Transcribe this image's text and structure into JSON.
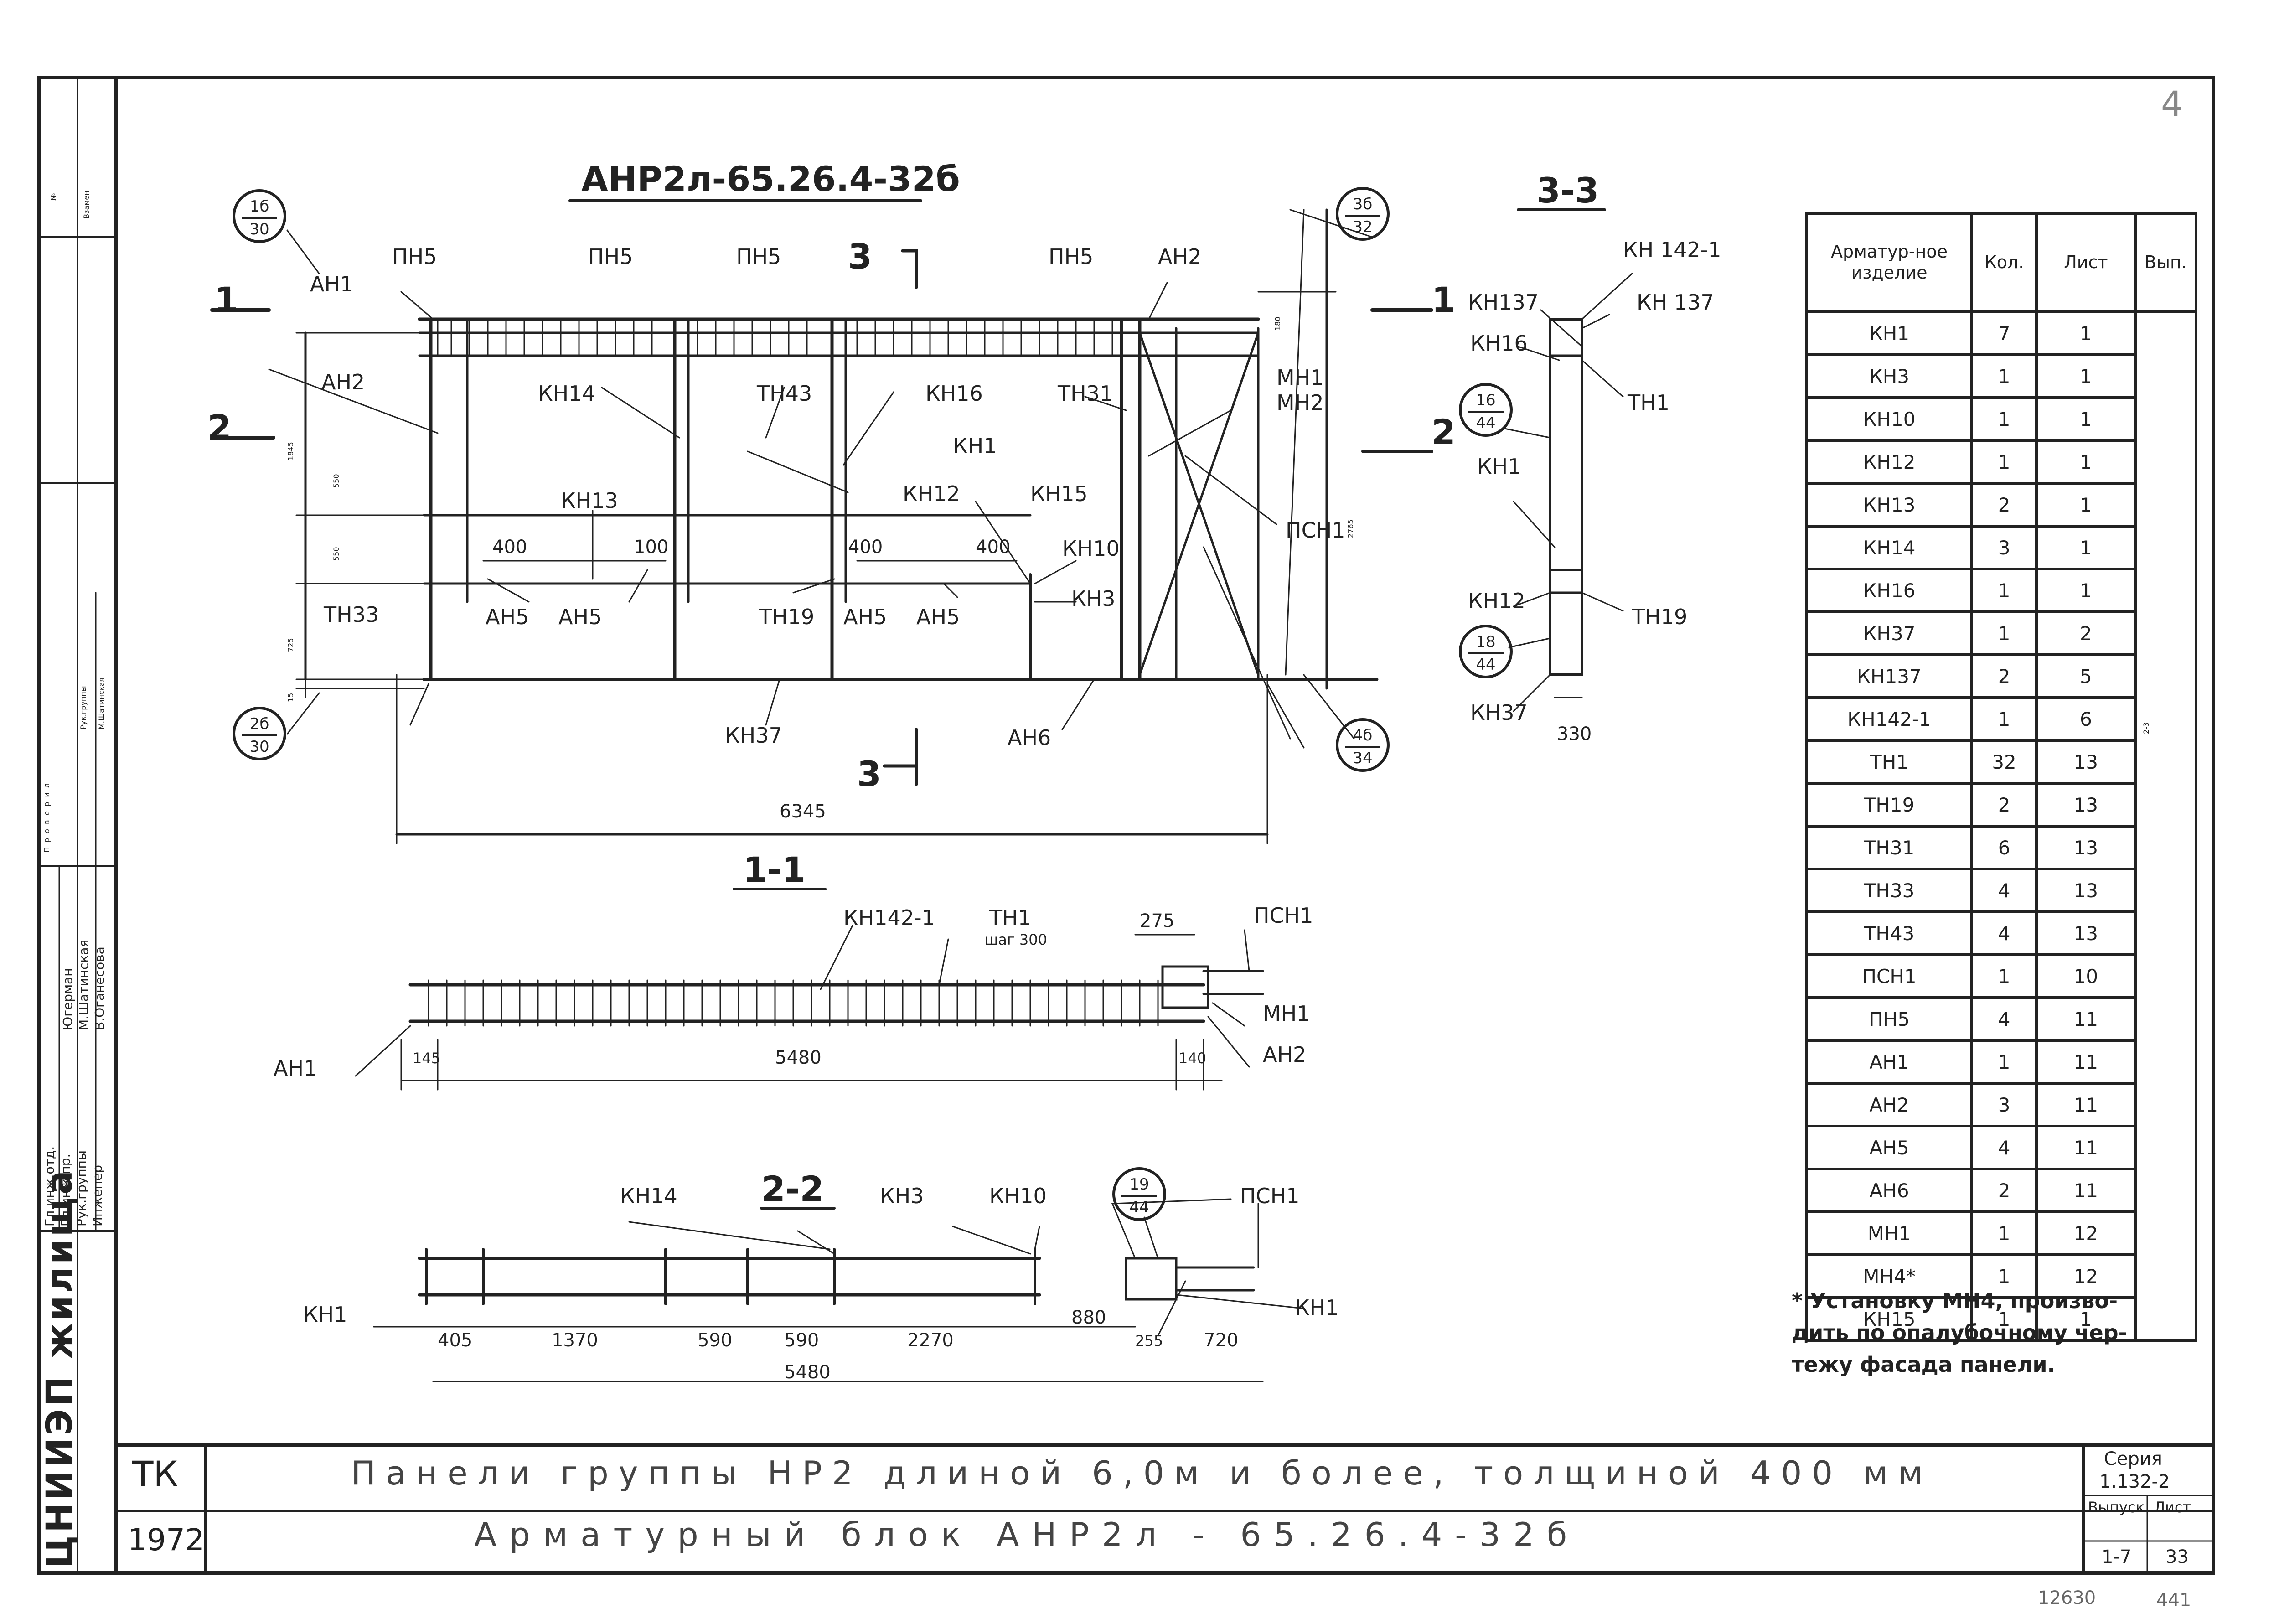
{
  "main": {
    "title": "АНР2л-65.26.4-32б",
    "callouts": {
      "tl": {
        "n": "1б",
        "d": "30"
      },
      "tr": {
        "n": "3б",
        "d": "32"
      },
      "bl": {
        "n": "2б",
        "d": "30"
      },
      "br": {
        "n": "4б",
        "d": "34"
      }
    },
    "labels": {
      "an1": "АН1",
      "an2_top": "АН2",
      "an2_left": "АН2",
      "pn5a": "ПН5",
      "pn5b": "ПН5",
      "pn5c": "ПН5",
      "pn5d": "ПН5",
      "kn14": "КН14",
      "tn43": "ТН43",
      "kn16": "КН16",
      "tn31": "ТН31",
      "mn1": "МН1",
      "mn2": "МН2",
      "kn1": "КН1",
      "kn13": "КН13",
      "kn12": "КН12",
      "kn15": "КН15",
      "psn1": "ПСН1",
      "kn10": "КН10",
      "kn3": "КН3",
      "tn33": "ТН33",
      "an5a": "АН5",
      "an5b": "АН5",
      "tn19": "ТН19",
      "an5c": "АН5",
      "an5d": "АН5",
      "kn37": "КН37",
      "an6": "АН6"
    },
    "dims": {
      "h1845": "1845",
      "h550a": "550",
      "h550b": "550",
      "h725": "725",
      "h15": "15",
      "h2765": "2765",
      "h180": "180",
      "w400a": "400",
      "w100": "100",
      "w400b": "400",
      "w400c": "400",
      "w6345": "6345"
    },
    "cuts": {
      "c1": "1",
      "c2": "2",
      "c1r": "1",
      "c2r": "2",
      "c3top": "3",
      "c3bot": "3"
    }
  },
  "sec33": {
    "title": "3-3",
    "labels": {
      "kn142": "КН 142-1",
      "kn137a": "КН137",
      "kn137b": "КН 137",
      "kn16": "КН16",
      "tn1": "ТН1",
      "kn1": "КН1",
      "kn12": "КН12",
      "tn19": "ТН19",
      "kn37": "КН37"
    },
    "c1": {
      "n": "16",
      "d": "44"
    },
    "c2": {
      "n": "18",
      "d": "44"
    },
    "dim": "330"
  },
  "sec11": {
    "title": "1-1",
    "labels": {
      "kn142": "КН142-1",
      "tn1": "ТН1",
      "step": "шаг 300",
      "psn1": "ПСН1",
      "mn1": "МН1",
      "an1": "АН1",
      "an2": "АН2"
    },
    "dims": {
      "d275": "275",
      "d145": "145",
      "d5480": "5480",
      "d140": "140"
    }
  },
  "sec22": {
    "title": "2-2",
    "labels": {
      "kn14": "КН14",
      "kn3": "КН3",
      "kn10": "КН10",
      "psn1": "ПСН1",
      "kn1a": "КН1",
      "kn1b": "КН1"
    },
    "callout": {
      "n": "19",
      "d": "44"
    },
    "dims": {
      "d405": "405",
      "d1370": "1370",
      "d590a": "590",
      "d590b": "590",
      "d2270": "2270",
      "d880": "880",
      "d255": "255",
      "d720": "720",
      "d5480": "5480"
    }
  },
  "spec": {
    "headers": {
      "name": "Арматур-ное изделие",
      "qty": "Кол.",
      "sheet": "Лист",
      "issue": "Вып."
    },
    "rows": [
      {
        "name": "КН1",
        "qty": "7",
        "sheet": "1"
      },
      {
        "name": "КН3",
        "qty": "1",
        "sheet": "1"
      },
      {
        "name": "КН10",
        "qty": "1",
        "sheet": "1"
      },
      {
        "name": "КН12",
        "qty": "1",
        "sheet": "1"
      },
      {
        "name": "КН13",
        "qty": "2",
        "sheet": "1"
      },
      {
        "name": "КН14",
        "qty": "3",
        "sheet": "1"
      },
      {
        "name": "КН16",
        "qty": "1",
        "sheet": "1"
      },
      {
        "name": "КН37",
        "qty": "1",
        "sheet": "2"
      },
      {
        "name": "КН137",
        "qty": "2",
        "sheet": "5"
      },
      {
        "name": "КН142-1",
        "qty": "1",
        "sheet": "6"
      },
      {
        "name": "ТН1",
        "qty": "32",
        "sheet": "13"
      },
      {
        "name": "ТН19",
        "qty": "2",
        "sheet": "13"
      },
      {
        "name": "ТН31",
        "qty": "6",
        "sheet": "13"
      },
      {
        "name": "ТН33",
        "qty": "4",
        "sheet": "13"
      },
      {
        "name": "ТН43",
        "qty": "4",
        "sheet": "13"
      },
      {
        "name": "ПСН1",
        "qty": "1",
        "sheet": "10"
      },
      {
        "name": "ПН5",
        "qty": "4",
        "sheet": "11"
      },
      {
        "name": "АН1",
        "qty": "1",
        "sheet": "11"
      },
      {
        "name": "АН2",
        "qty": "3",
        "sheet": "11"
      },
      {
        "name": "АН5",
        "qty": "4",
        "sheet": "11"
      },
      {
        "name": "АН6",
        "qty": "2",
        "sheet": "11"
      },
      {
        "name": "МН1",
        "qty": "1",
        "sheet": "12"
      },
      {
        "name": "МН4*",
        "qty": "1",
        "sheet": "12"
      },
      {
        "name": "КН15",
        "qty": "1",
        "sheet": "1"
      }
    ],
    "issue_note": "2-3"
  },
  "note": {
    "line1": "* Установку МН4, произво-",
    "line2": "дить по опалубочному чер-",
    "line3": "тежу фасада панели."
  },
  "titleblock": {
    "tk": "ТК",
    "year": "1972",
    "line1": "Панели группы НР2 длиной 6,0м и более, толщиной 400 мм",
    "line2": "Арматурный блок АНР2л - 65.26.4-32б",
    "series_label": "Серия",
    "series_value": "1.132-2",
    "issue_label": "Выпуск",
    "issue_value": "1-7",
    "sheet_label": "Лист",
    "sheet_value": "33",
    "corner": "4",
    "stamp_left": "12630",
    "stamp_right": "441"
  },
  "sidebar": {
    "org": "ЦНИИЭП жилища",
    "zamen": "Взамен",
    "no": "№",
    "checked": "Проверил",
    "roles": [
      "Гл.инж.отд.",
      "Гл.инж.пр.",
      "Рук.группы",
      "Инженер"
    ],
    "names": [
      "Югерман",
      "М.Шатинская",
      "В.Оганесова"
    ],
    "role_top": "Рук.группы",
    "name_top": "М.Шатинская"
  }
}
